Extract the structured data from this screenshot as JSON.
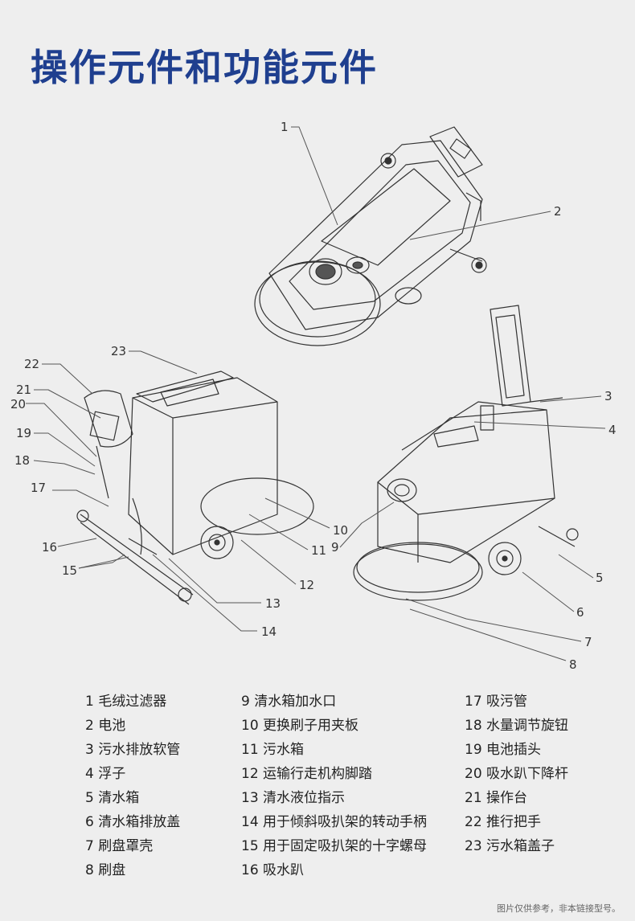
{
  "title": "操作元件和功能元件",
  "callouts": [
    "1",
    "2",
    "3",
    "4",
    "5",
    "6",
    "7",
    "8",
    "9",
    "10",
    "11",
    "12",
    "13",
    "14",
    "15",
    "16",
    "17",
    "18",
    "19",
    "20",
    "21",
    "22",
    "23"
  ],
  "legend": {
    "col1": [
      "1 毛绒过滤器",
      "2 电池",
      "3 污水排放软管",
      "4 浮子",
      "5 清水箱",
      "6 清水箱排放盖",
      "7 刷盘罩壳",
      "8 刷盘"
    ],
    "col2": [
      "9 清水箱加水口",
      "10 更换刷子用夹板",
      "11 污水箱",
      "12 运输行走机构脚踏",
      "13 清水液位指示",
      "14 用于倾斜吸扒架的转动手柄",
      "15 用于固定吸扒架的十字螺母",
      "16 吸水趴"
    ],
    "col3": [
      "17 吸污管",
      "18 水量调节旋钮",
      "19 电池插头",
      "20 吸水趴下降杆",
      "21 操作台",
      "22 推行把手",
      "23 污水箱盖子"
    ]
  },
  "note": "图片仅供参考，非本链接型号。"
}
